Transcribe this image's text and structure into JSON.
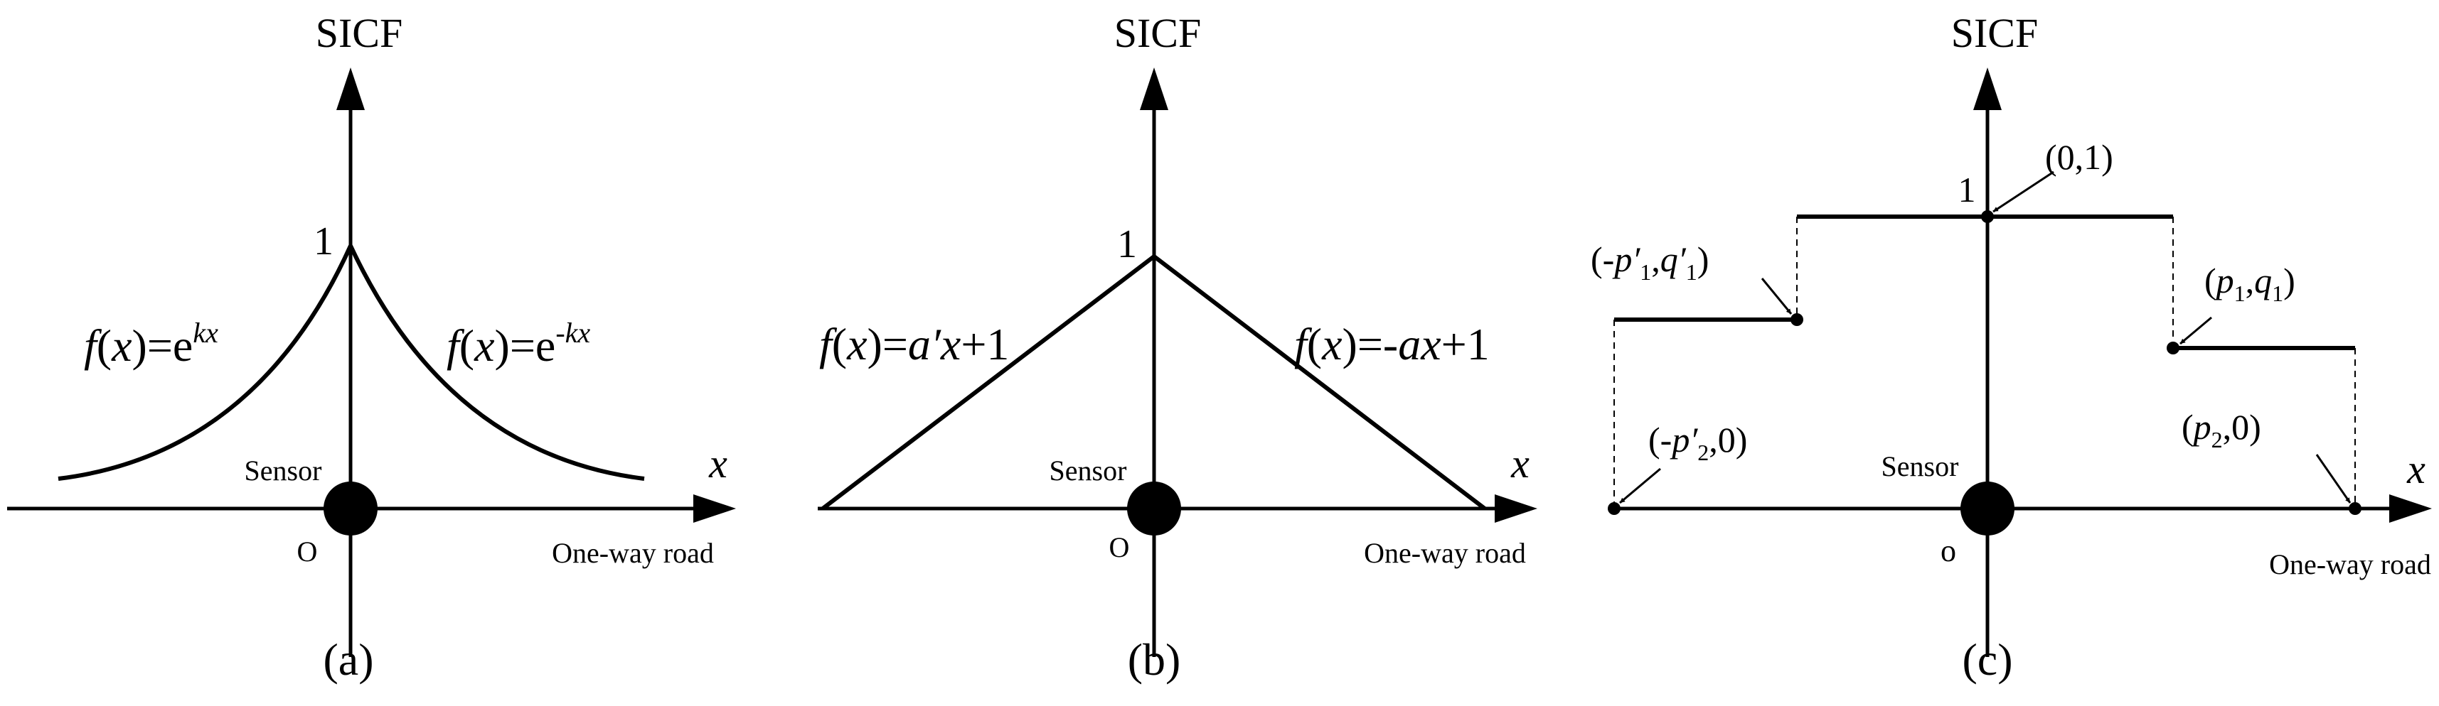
{
  "panels": {
    "a": {
      "y_label": "SICF",
      "x_label": "x",
      "one_label": "1",
      "sensor_label": "Sensor",
      "origin_label": "O",
      "road_label": "One-way road",
      "caption": "(a)",
      "f_left": {
        "f": "f",
        "lp": "(",
        "x": "x",
        "rp": ")",
        "eq": "=e",
        "sup": "kx"
      },
      "f_right": {
        "f": "f",
        "lp": "(",
        "x": "x",
        "rp": ")",
        "eq": "=e",
        "sup": "-kx"
      }
    },
    "b": {
      "y_label": "SICF",
      "x_label": "x",
      "one_label": "1",
      "sensor_label": "Sensor",
      "origin_label": "O",
      "road_label": "One-way road",
      "caption": "(b)",
      "f_left": {
        "f": "f",
        "lp": "(",
        "x": "x",
        "rp": ")",
        "eq": "=",
        "coef": "a′",
        "x2": "x",
        "tail": "+1"
      },
      "f_right": {
        "f": "f",
        "lp": "(",
        "x": "x",
        "rp": ")",
        "eq": "=-",
        "coef": "a",
        "x2": "x",
        "tail": "+1"
      }
    },
    "c": {
      "y_label": "SICF",
      "x_label": "x",
      "one_label": "1",
      "sensor_label": "Sensor",
      "origin_label": "o",
      "road_label": "One-way road",
      "caption": "(c)",
      "pt_01": "(0,1)",
      "pt_left_upper": {
        "open": "(-",
        "p": "p′",
        "sub1": "1",
        "comma": ",",
        "q": "q′",
        "sub2": "1",
        "close": ")"
      },
      "pt_right_upper": {
        "open": "(",
        "p": "p",
        "sub1": "1",
        "comma": ",",
        "q": "q",
        "sub2": "1",
        "close": ")"
      },
      "pt_left_lower": {
        "open": "(-",
        "p": "p′",
        "sub1": "2",
        "tail": ",0)"
      },
      "pt_right_lower": {
        "open": "(",
        "p": "p",
        "sub1": "2",
        "tail": ",0)"
      }
    }
  }
}
